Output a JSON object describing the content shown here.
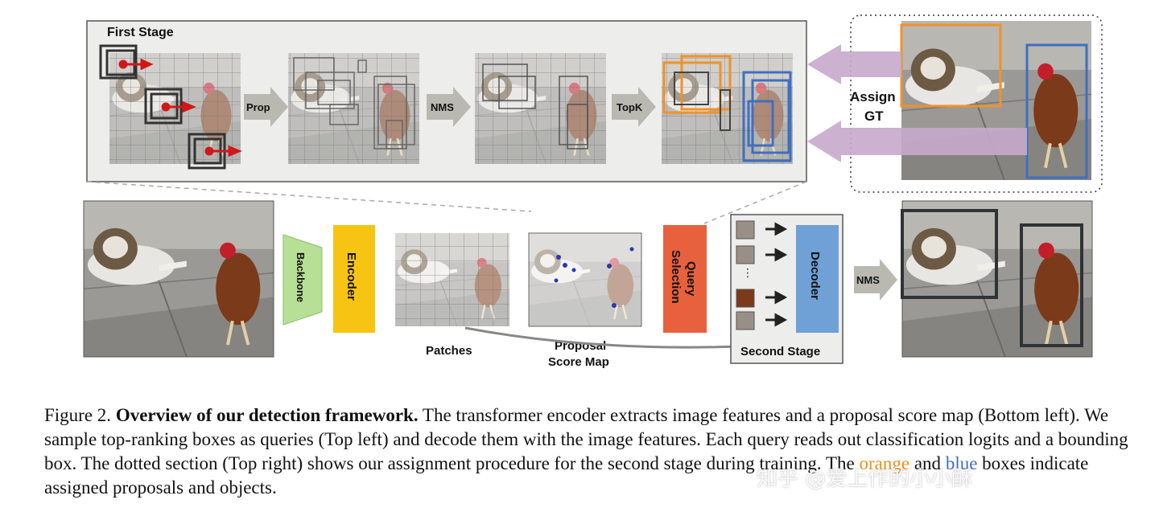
{
  "figure": {
    "first_stage_title": "First Stage",
    "prop_label": "Prop",
    "nms_label": "NMS",
    "topk_label": "TopK",
    "assign_gt_line1": "Assign",
    "assign_gt_line2": "GT",
    "backbone_label": "Backbone",
    "encoder_label": "Encoder",
    "query_selection_line1": "Query",
    "query_selection_line2": "Selection",
    "decoder_label": "Decoder",
    "patches_label": "Patches",
    "proposal_score_map_line1": "Proposal",
    "proposal_score_map_line2": "Score Map",
    "second_stage_label": "Second Stage",
    "nms2_label": "NMS",
    "ellipsis": "·\n·\n·"
  },
  "colors": {
    "backbone": "#b7df95",
    "encoder": "#f8c414",
    "query_selection": "#e8613e",
    "decoder": "#6fa0d6",
    "orange_box": "#f0922a",
    "blue_box": "#3f6fbf",
    "assign_arrow": "#c7a9cc",
    "gray_arrow": "#b9b9b2"
  },
  "caption": {
    "figure_no": "Figure 2.",
    "title": "Overview of our detection framework.",
    "text1": " The transformer encoder extracts image features and a proposal score map (Bottom left). We sample top-ranking boxes as queries (Top left) and decode them with the image features. Each query reads out classification logits and a bounding box. The dotted section (Top right) shows our assignment procedure for the second stage during training. The ",
    "orange_word": "orange",
    "mid": " and ",
    "blue_word": "blue",
    "text2": " boxes indicate assigned proposals and objects."
  },
  "watermark": "知乎 @爱上作的小小酥"
}
